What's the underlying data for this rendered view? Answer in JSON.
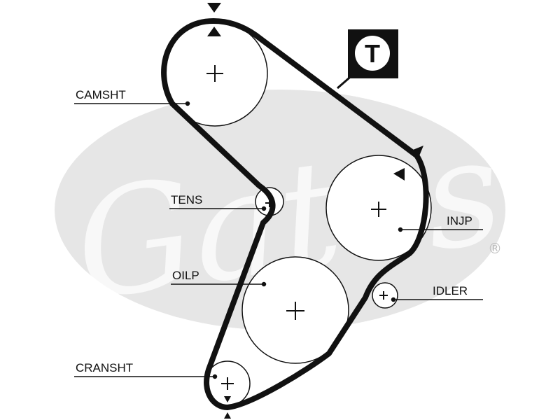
{
  "diagram": {
    "pulleys": [
      {
        "id": "camshaft",
        "label": "CAMSHT"
      },
      {
        "id": "tensioner",
        "label": "TENS"
      },
      {
        "id": "oil-pump",
        "label": "OILP"
      },
      {
        "id": "crankshaft",
        "label": "CRANSHT"
      },
      {
        "id": "injection-pump",
        "label": "INJP"
      },
      {
        "id": "idler",
        "label": "IDLER"
      }
    ],
    "tensioner_mark": "T",
    "watermark": {
      "brand": "Gates",
      "registered": "®"
    },
    "colors": {
      "belt": "#111111",
      "watermark": "#e6e6e6",
      "background": "#ffffff"
    }
  }
}
